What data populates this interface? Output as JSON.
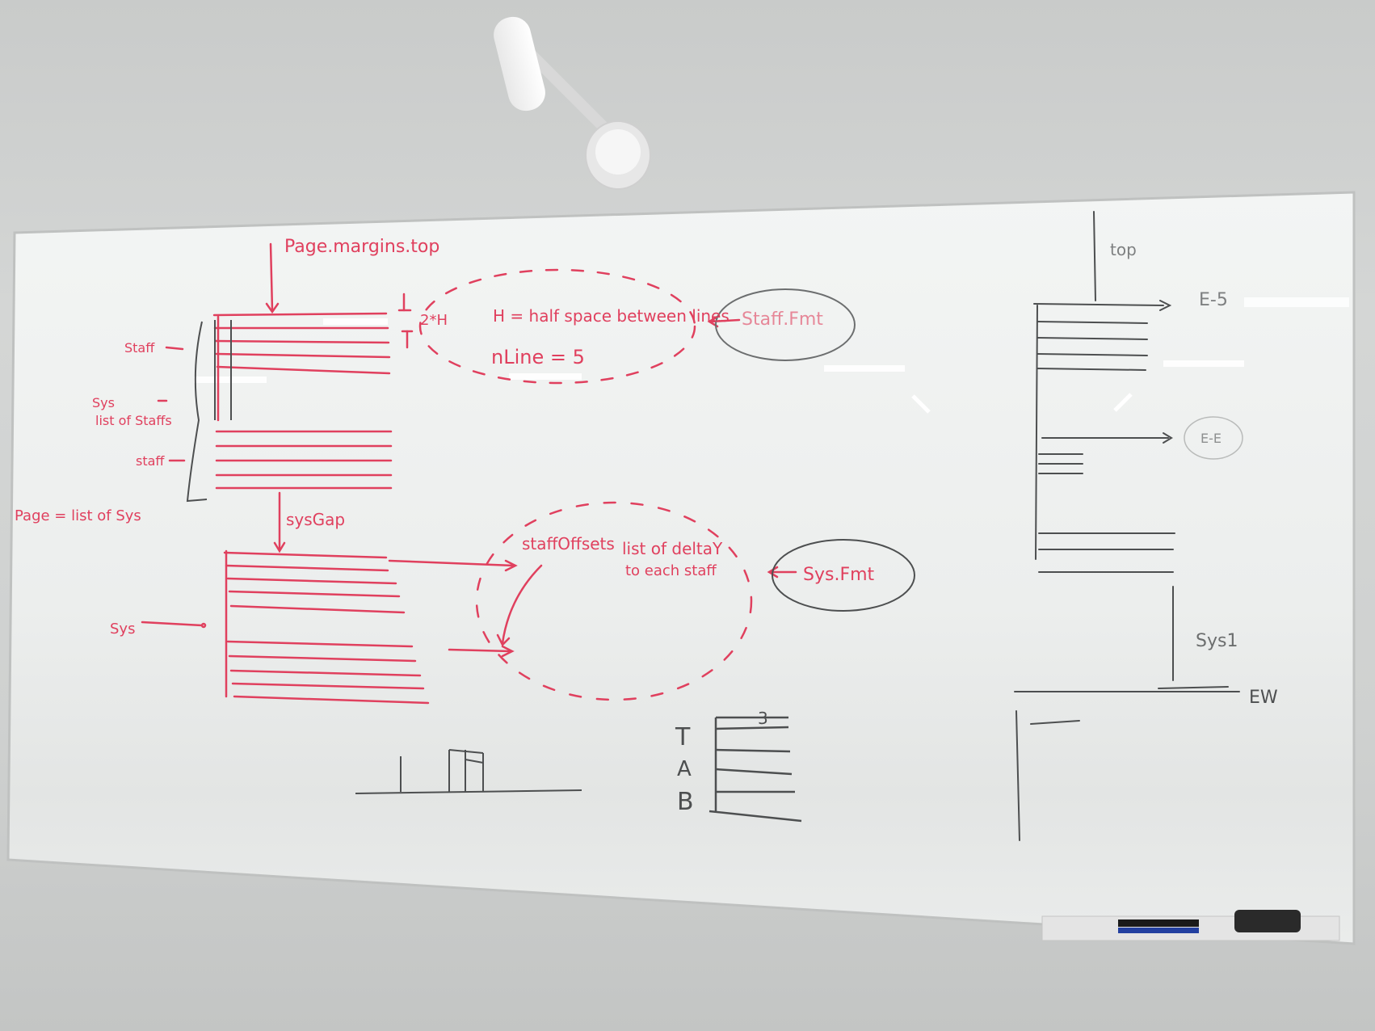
{
  "labels": {
    "page_margins_top": "Page.margins.top",
    "two_h": "2*H",
    "h_def": "H = half space between lines",
    "nline": "nLine = 5",
    "staff_fmt": "Staff.Fmt",
    "staff_1": "Staff",
    "sys_1": "Sys",
    "sys_list": "list of Staffs",
    "staff_2": "staff",
    "page_def": "Page = list of Sys",
    "sys_gap": "sysGap",
    "staff_offsets": "staffOffsets",
    "list_delta": "list of deltaY",
    "to_each_staff": "to each staff",
    "sys_fmt": "Sys.Fmt",
    "sys_2": "Sys",
    "top": "top",
    "e5": "E-5",
    "ee": "E-E",
    "sys1": "Sys1",
    "ew": "EW",
    "three": "3",
    "tab_t": "T",
    "tab_a": "A",
    "tab_b": "B"
  },
  "colors": {
    "marker_red": "#e0405e",
    "marker_gray": "#4d4f50",
    "board": "#eef0ef",
    "wall": "#cfd1d0"
  }
}
